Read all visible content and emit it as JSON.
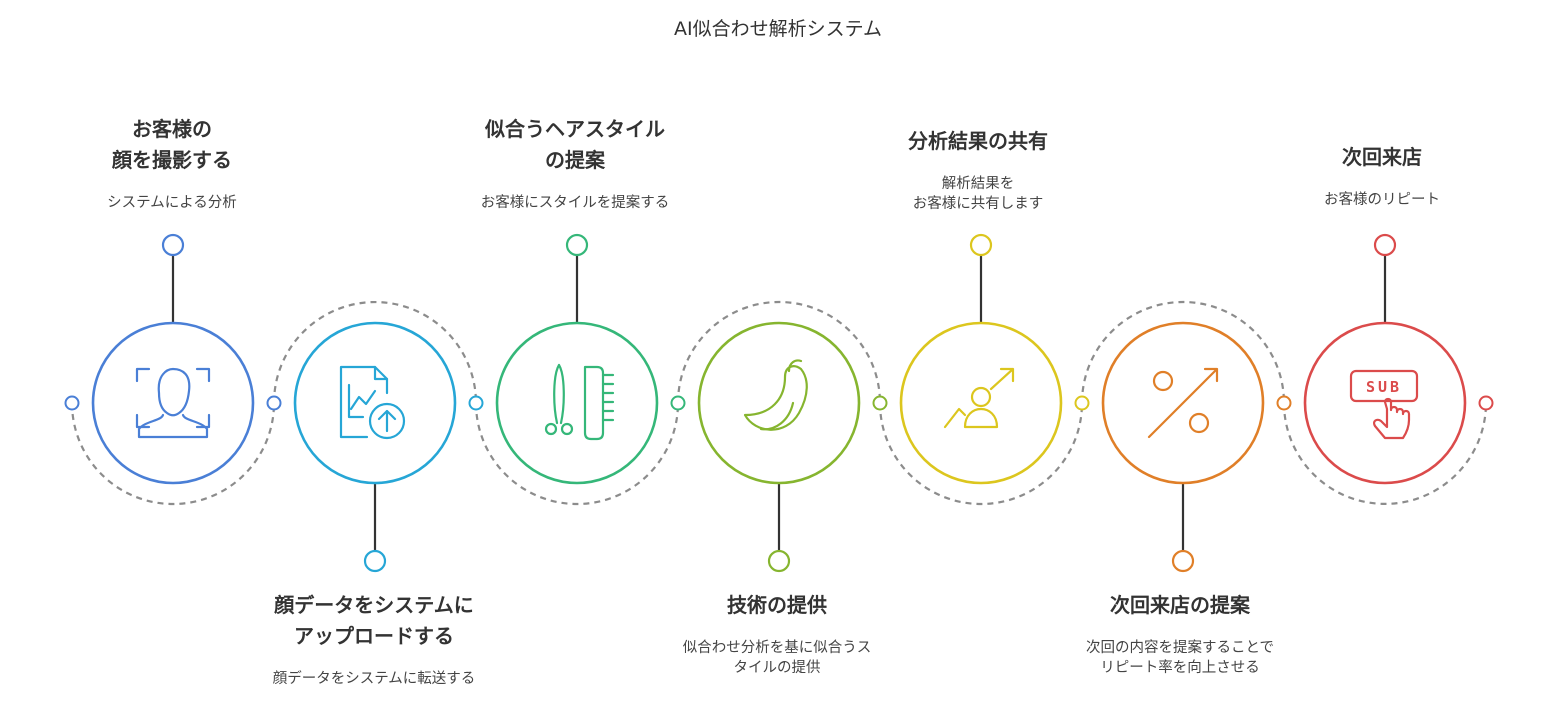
{
  "title": "AI似合わせ解析システム",
  "steps": [
    {
      "title": "お客様の\n顔を撮影する",
      "description": "システムによる分析",
      "color": "#4a7fd6",
      "icon": "face-scan-icon"
    },
    {
      "title": "顔データをシステムに\nアップロードする",
      "description": "顔データをシステムに転送する",
      "color": "#26a6d6",
      "icon": "upload-document-icon"
    },
    {
      "title": "似合うヘアスタイル\nの提案",
      "description": "お客様にスタイルを提案する",
      "color": "#35b779",
      "icon": "scissors-comb-icon"
    },
    {
      "title": "技術の提供",
      "description": "似合わせ分析を基に似合うス\nタイルの提供",
      "color": "#86b52f",
      "icon": "chili-pepper-icon"
    },
    {
      "title": "分析結果の共有",
      "description": "解析結果を\nお客様に共有します",
      "color": "#dcc61e",
      "icon": "growth-user-icon"
    },
    {
      "title": "次回来店の提案",
      "description": "次回の内容を提案することで\nリピート率を向上させる",
      "color": "#e07f28",
      "icon": "percent-icon"
    },
    {
      "title": "次回来店",
      "description": "お客様のリピート",
      "color": "#db4b4b",
      "icon": "subscribe-click-icon"
    }
  ]
}
